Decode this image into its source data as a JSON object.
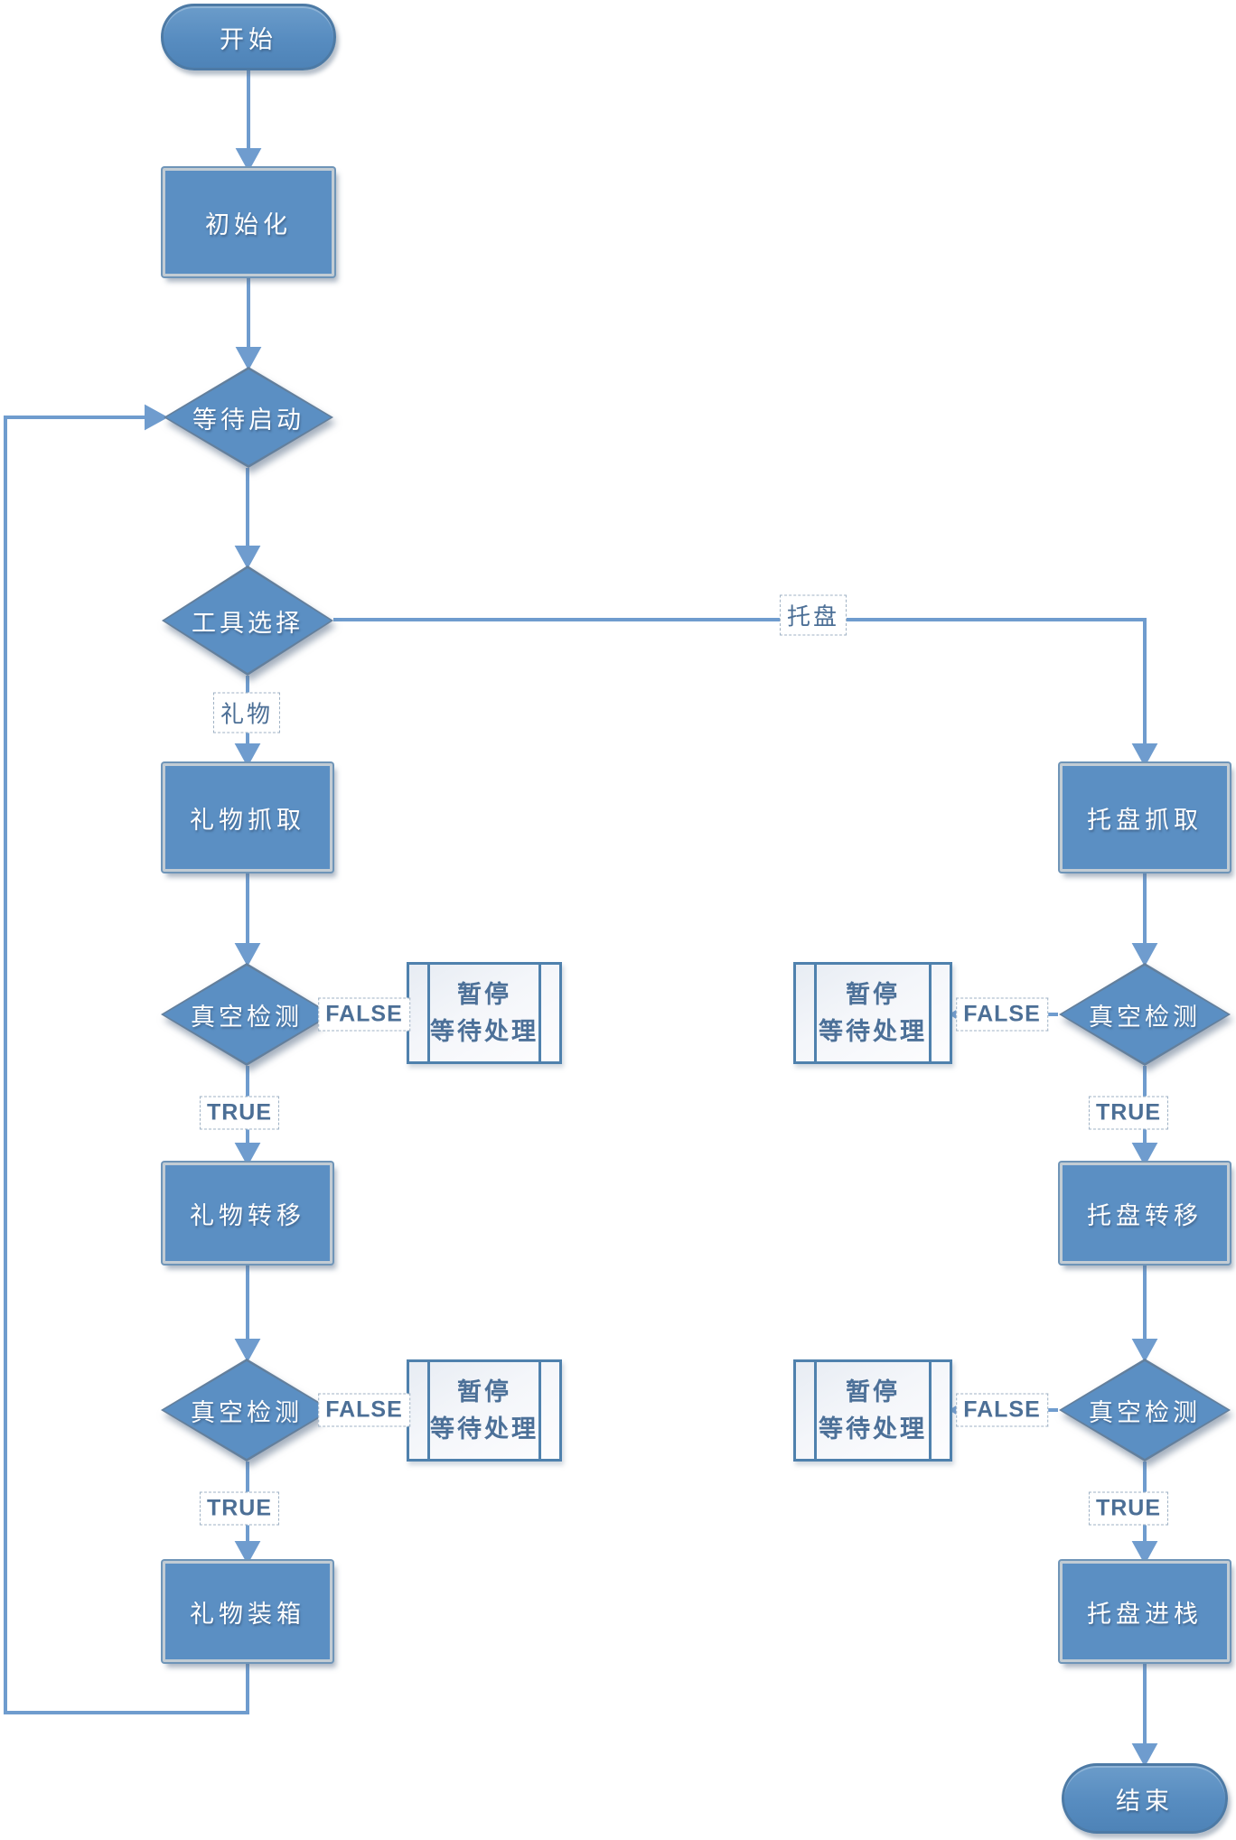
{
  "diagram": {
    "nodes": {
      "start": "开始",
      "init": "初始化",
      "wait_start": "等待启动",
      "tool_select": "工具选择",
      "gift_pick": "礼物抓取",
      "gift_transfer": "礼物转移",
      "gift_pack": "礼物装箱",
      "tray_pick": "托盘抓取",
      "tray_transfer": "托盘转移",
      "tray_stack": "托盘进栈",
      "vacuum_check": "真空检测",
      "pause_line1": "暂停",
      "pause_line2": "等待处理",
      "end": "结束"
    },
    "edge_labels": {
      "gift": "礼物",
      "tray": "托盘",
      "true": "TRUE",
      "false": "FALSE"
    },
    "colors": {
      "shape_fill": "#5b8fc3",
      "shape_border": "#4d7aa5",
      "shape_text": "#ffffff",
      "connector": "#6f9cce",
      "edge_label_text": "#4c6f96",
      "pause_fill": "#f0f3f8",
      "pause_border": "#4f81ad"
    }
  }
}
